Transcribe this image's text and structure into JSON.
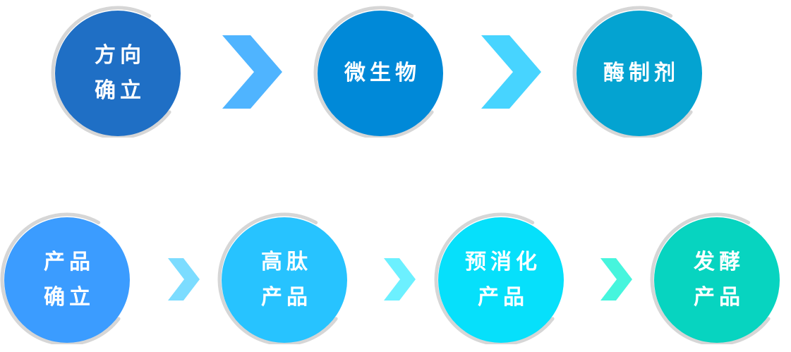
{
  "flow": {
    "row1": [
      {
        "label": "方向\n确立",
        "color": "#1f6fc5"
      },
      {
        "label": "微生物",
        "color": "#0089d8"
      },
      {
        "label": "酶制剂",
        "color": "#04a3d1"
      }
    ],
    "row2": [
      {
        "label": "产品\n确立",
        "color": "#3b9cff"
      },
      {
        "label": "高肽\n产品",
        "color": "#27c3ff"
      },
      {
        "label": "预消化\n产品",
        "color": "#06e0fb"
      },
      {
        "label": "发酵\n产品",
        "color": "#07d4c0"
      }
    ],
    "arrow_colors_row1": [
      "#4fb4ff",
      "#47d4ff"
    ],
    "arrow_colors_row2": [
      "#7cdcff",
      "#6cf0ff",
      "#46f5dd"
    ]
  }
}
